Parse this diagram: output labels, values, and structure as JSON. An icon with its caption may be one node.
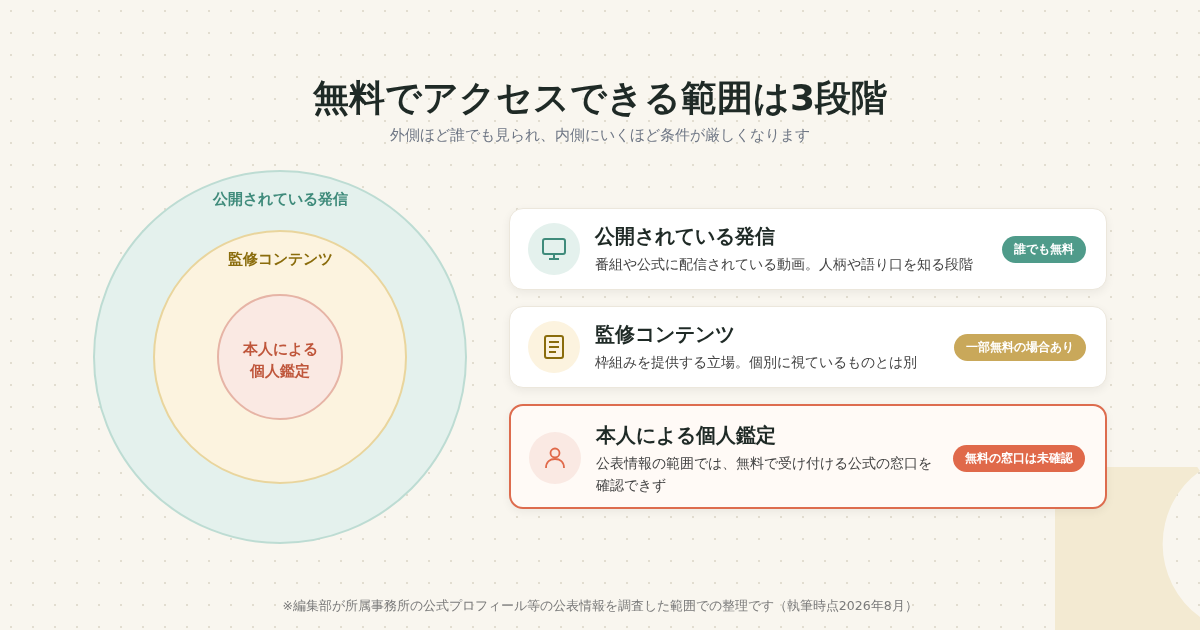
{
  "diagram": {
    "title": "無料でアクセスできる範囲は3段階",
    "caption": "※編集部が所属事務所の公式プロフィール等の公表情報を調査した範囲での整理です（執筆時点2026年8月）",
    "nodes": [
      {
        "text": [
          "公開されている発信"
        ]
      },
      {
        "text": [
          "監修コンテンツ"
        ],
        "in": 0
      },
      {
        "text": [
          "本人による個人鑑定"
        ],
        "in": 1
      },
      {
        "text": [
          "公開されている発信",
          "番組や公式に配信されている動画。人柄や語り口を知る段階",
          "誰でも無料"
        ]
      },
      {
        "text": [
          "監修コンテンツ",
          "枠組みを提供する立場。個別に視ているものとは別",
          "一部無料の場合あり"
        ]
      },
      {
        "text": [
          "本人による個人鑑定",
          "公表情報の範囲では、無料で受け付ける公式の窓口を確認できず",
          "無料の窓口は未確認"
        ]
      }
    ],
    "labels": [
      "外側ほど誰でも見られ、内側にいくほど条件が厳しくなります"
    ]
  }
}
